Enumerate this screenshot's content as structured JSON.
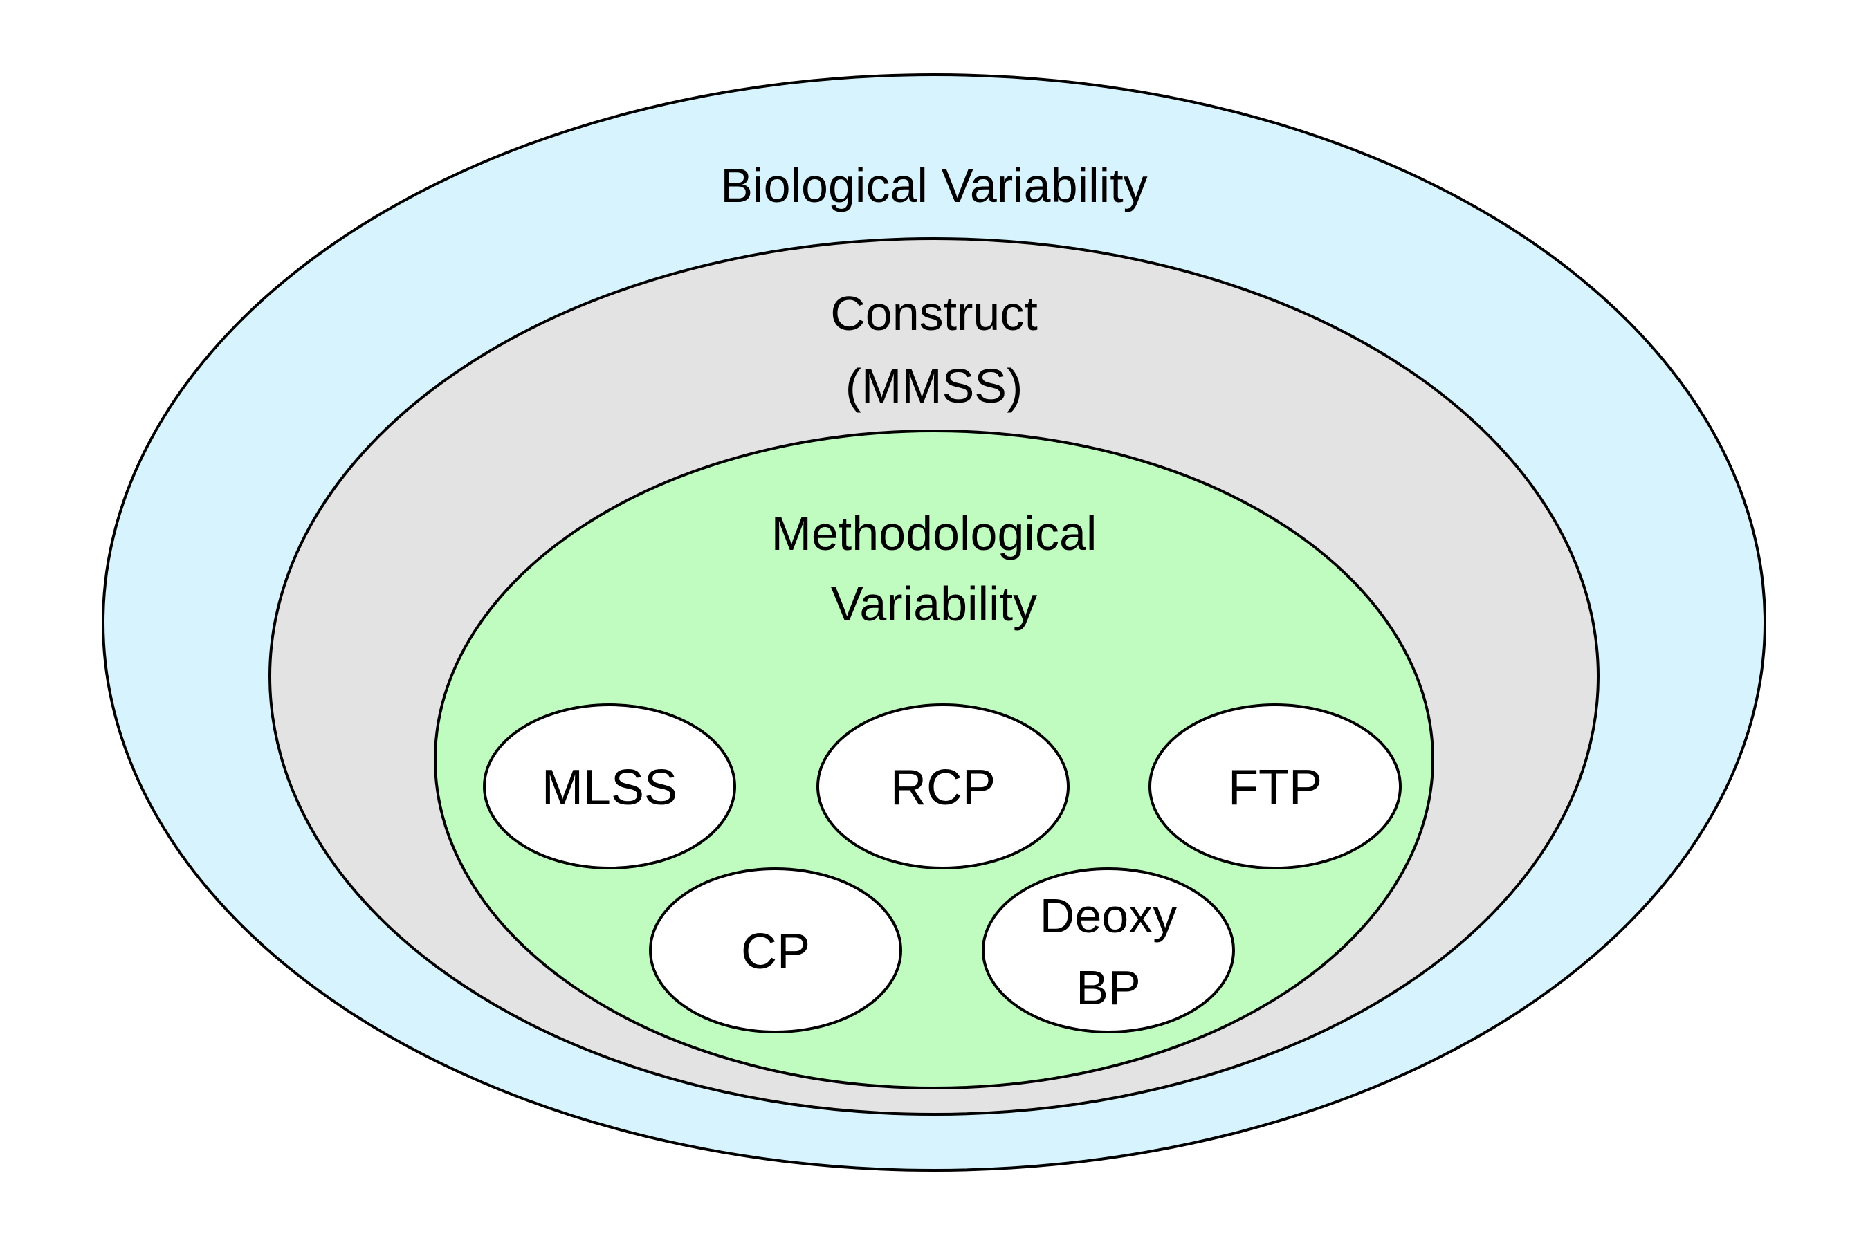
{
  "diagram": {
    "title": "Nested variability diagram",
    "regions": [
      {
        "id": "biological",
        "label_lines": [
          "Biological Variability"
        ],
        "fill": "#d7f4fe",
        "contains": [
          "construct"
        ]
      },
      {
        "id": "construct",
        "label_lines": [
          "Construct",
          "(MMSS)"
        ],
        "fill": "#e3e3e3",
        "contains": [
          "methodological"
        ]
      },
      {
        "id": "methodological",
        "label_lines": [
          "Methodological",
          "Variability"
        ],
        "fill": "#c0fcc0",
        "contains": [
          "MLSS",
          "RCP",
          "FTP",
          "CP",
          "Deoxy BP"
        ]
      }
    ],
    "nodes": [
      {
        "id": "mlss",
        "label_lines": [
          "MLSS"
        ],
        "fill": "#ffffff"
      },
      {
        "id": "rcp",
        "label_lines": [
          "RCP"
        ],
        "fill": "#ffffff"
      },
      {
        "id": "ftp",
        "label_lines": [
          "FTP"
        ],
        "fill": "#ffffff"
      },
      {
        "id": "cp",
        "label_lines": [
          "CP"
        ],
        "fill": "#ffffff"
      },
      {
        "id": "deoxy-bp",
        "label_lines": [
          "Deoxy",
          "BP"
        ],
        "fill": "#ffffff"
      }
    ],
    "stroke_color": "#000000"
  }
}
